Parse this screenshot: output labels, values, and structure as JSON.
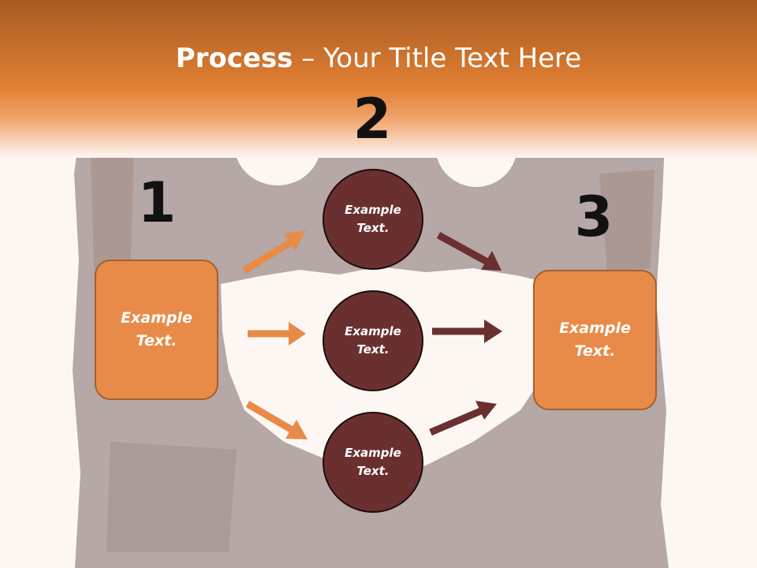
{
  "title": {
    "bold": "Process",
    "rest": " – Your Title Text Here"
  },
  "steps": [
    {
      "number": "1"
    },
    {
      "number": "2"
    },
    {
      "number": "3"
    }
  ],
  "left_box": {
    "text": "Example\nText."
  },
  "right_box": {
    "text": "Example\nText."
  },
  "circles": [
    {
      "text": "Example\nText."
    },
    {
      "text": "Example\nText."
    },
    {
      "text": "Example\nText."
    }
  ],
  "colors": {
    "header": "#e07f33",
    "box_fill": "#e88b48",
    "circle_fill": "#6a3030",
    "arrow_orange": "#e88b48",
    "arrow_brown": "#6a3030",
    "texture": "#a89a98"
  }
}
